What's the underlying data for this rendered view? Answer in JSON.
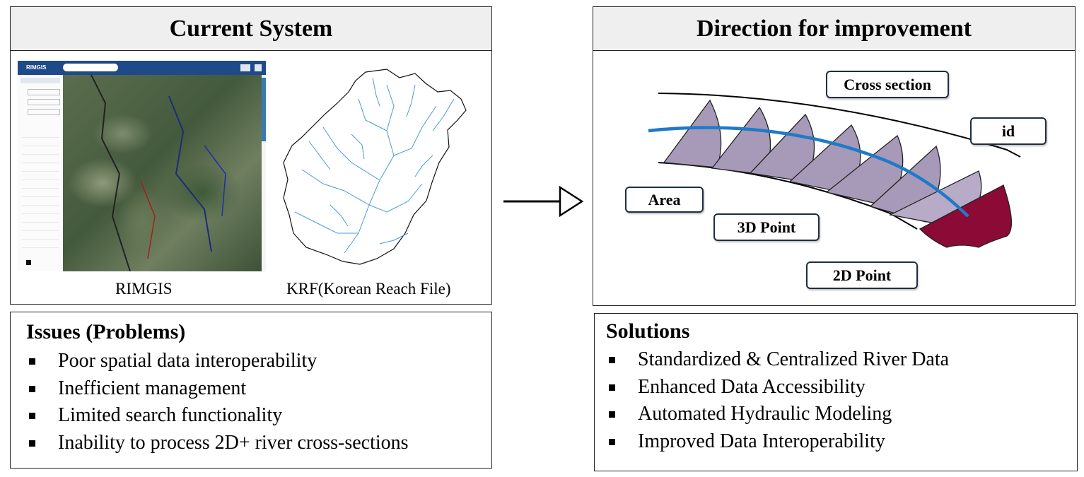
{
  "left_panel": {
    "title": "Current System",
    "captions": {
      "rimgis": "RIMGIS",
      "krf": "KRF(Korean Reach File)"
    },
    "rimgis_logo_text": "RIMGIS"
  },
  "right_panel": {
    "title": "Direction for improvement",
    "labels": {
      "cross_section": "Cross section",
      "id": "id",
      "area": "Area",
      "point_3d": "3D Point",
      "point_2d": "2D Point"
    },
    "colors": {
      "river_line": "#1f7ac9",
      "section_fill": "#a79ab8",
      "highlight_fill": "#8b0a36"
    }
  },
  "issues": {
    "title": "Issues (Problems)",
    "items": [
      "Poor spatial data interoperability",
      "Inefficient management",
      "Limited search functionality",
      "Inability to process 2D+ river cross-sections"
    ]
  },
  "solutions": {
    "title": "Solutions",
    "items": [
      "Standardized & Centralized River Data",
      "Enhanced Data Accessibility",
      "Automated Hydraulic Modeling",
      "Improved Data Interoperability"
    ]
  }
}
